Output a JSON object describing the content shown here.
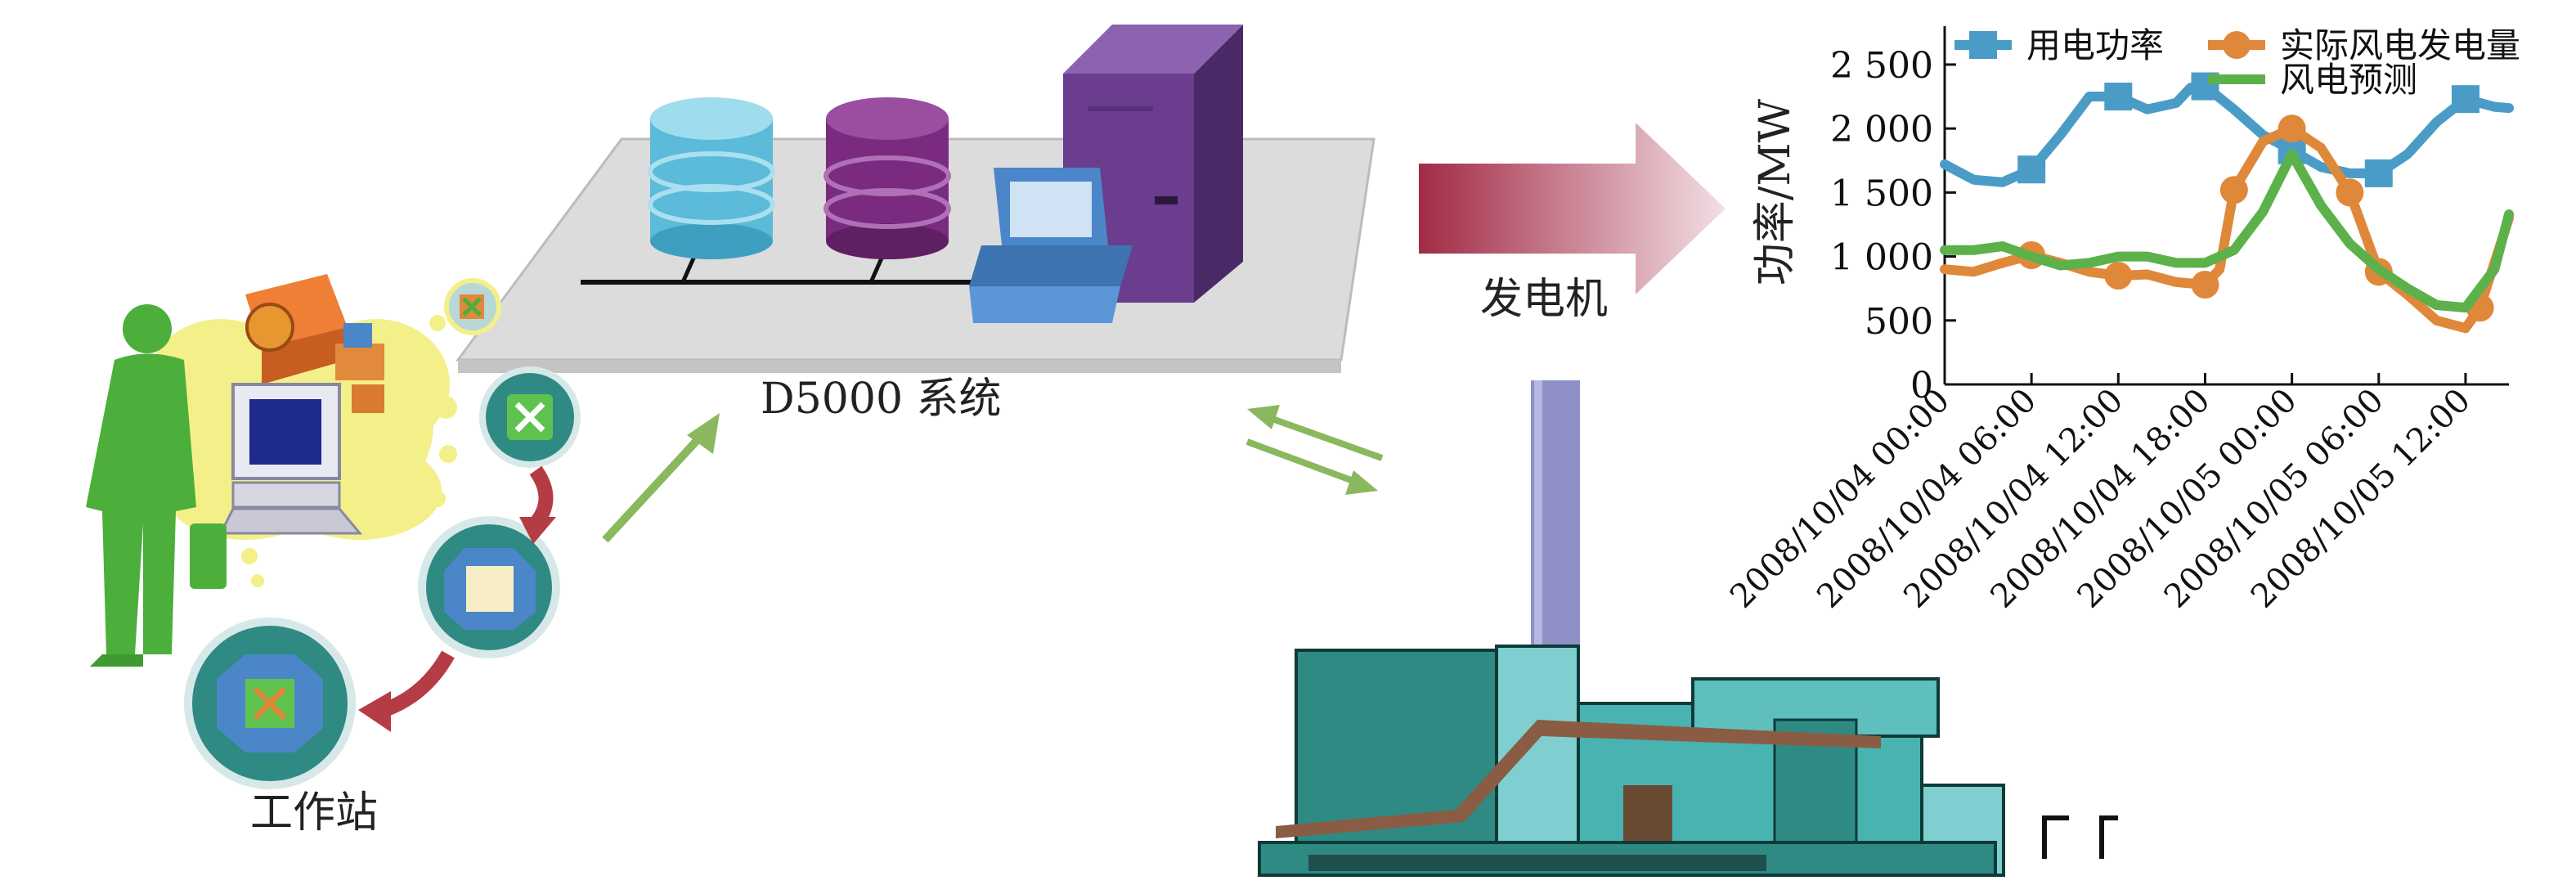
{
  "labels": {
    "system": "D5000 系统",
    "generator": "发电机",
    "workstation": "工作站"
  },
  "colors": {
    "person": "#4caf3c",
    "arrow_green": "#8ab85e",
    "arrow_red": "#b53b45",
    "server": "#6a3d8f",
    "db_blue": "#5bbbd8",
    "db_purple": "#7a2b7f",
    "plant": "#3fa6a0",
    "line_power": "#4a9cc7",
    "line_wind": "#e0883a",
    "line_forecast": "#5cb14a"
  },
  "chart_data": {
    "type": "line",
    "title": "",
    "xlabel": "",
    "ylabel": "功率/MW",
    "ylim": [
      0,
      2800
    ],
    "yticks": [
      0,
      500,
      1000,
      1500,
      2000,
      2500
    ],
    "ytick_labels": [
      "0",
      "500",
      "1 000",
      "1 500",
      "2 000",
      "2 500"
    ],
    "xlim": [
      0,
      39
    ],
    "xticks": [
      0,
      6,
      12,
      18,
      24,
      30,
      36
    ],
    "xtick_labels": [
      "2008/10/04 00:00",
      "2008/10/04 06:00",
      "2008/10/04 12:00",
      "2008/10/04 18:00",
      "2008/10/05 00:00",
      "2008/10/05 06:00",
      "2008/10/05 12:00"
    ],
    "legend_position": "top",
    "grid": false,
    "series": [
      {
        "name": "用电功率",
        "marker": "square",
        "color": "#4a9cc7",
        "x": [
          0,
          2,
          4,
          6,
          8,
          10,
          12,
          14,
          16,
          17,
          18,
          20,
          22,
          24,
          26,
          28,
          30,
          32,
          34,
          36,
          38,
          39
        ],
        "y": [
          1720,
          1600,
          1580,
          1680,
          1950,
          2250,
          2250,
          2150,
          2200,
          2320,
          2330,
          2150,
          1950,
          1830,
          1700,
          1650,
          1650,
          1800,
          2050,
          2230,
          2170,
          2160
        ],
        "markers_at": [
          6,
          12,
          18,
          24,
          30,
          36
        ]
      },
      {
        "name": "实际风电发电量",
        "marker": "circle",
        "color": "#e0883a",
        "x": [
          0,
          2,
          4,
          6,
          8,
          10,
          12,
          14,
          16,
          18,
          19,
          20,
          22,
          24,
          26,
          28,
          30,
          32,
          34,
          36,
          37,
          39
        ],
        "y": [
          900,
          880,
          950,
          1010,
          950,
          880,
          850,
          860,
          800,
          780,
          900,
          1520,
          1900,
          2000,
          1850,
          1500,
          880,
          700,
          500,
          440,
          600,
          1300
        ],
        "markers_at": [
          6,
          12,
          18,
          20,
          24,
          28,
          30,
          37
        ]
      },
      {
        "name": "风电预测",
        "marker": "none",
        "color": "#5cb14a",
        "x": [
          0,
          2,
          4,
          6,
          8,
          10,
          12,
          14,
          16,
          18,
          20,
          22,
          24,
          26,
          28,
          30,
          32,
          34,
          36,
          38,
          39
        ],
        "y": [
          1050,
          1050,
          1080,
          1000,
          930,
          950,
          1000,
          1000,
          950,
          950,
          1050,
          1350,
          1800,
          1400,
          1100,
          900,
          750,
          620,
          600,
          900,
          1330
        ]
      }
    ]
  }
}
